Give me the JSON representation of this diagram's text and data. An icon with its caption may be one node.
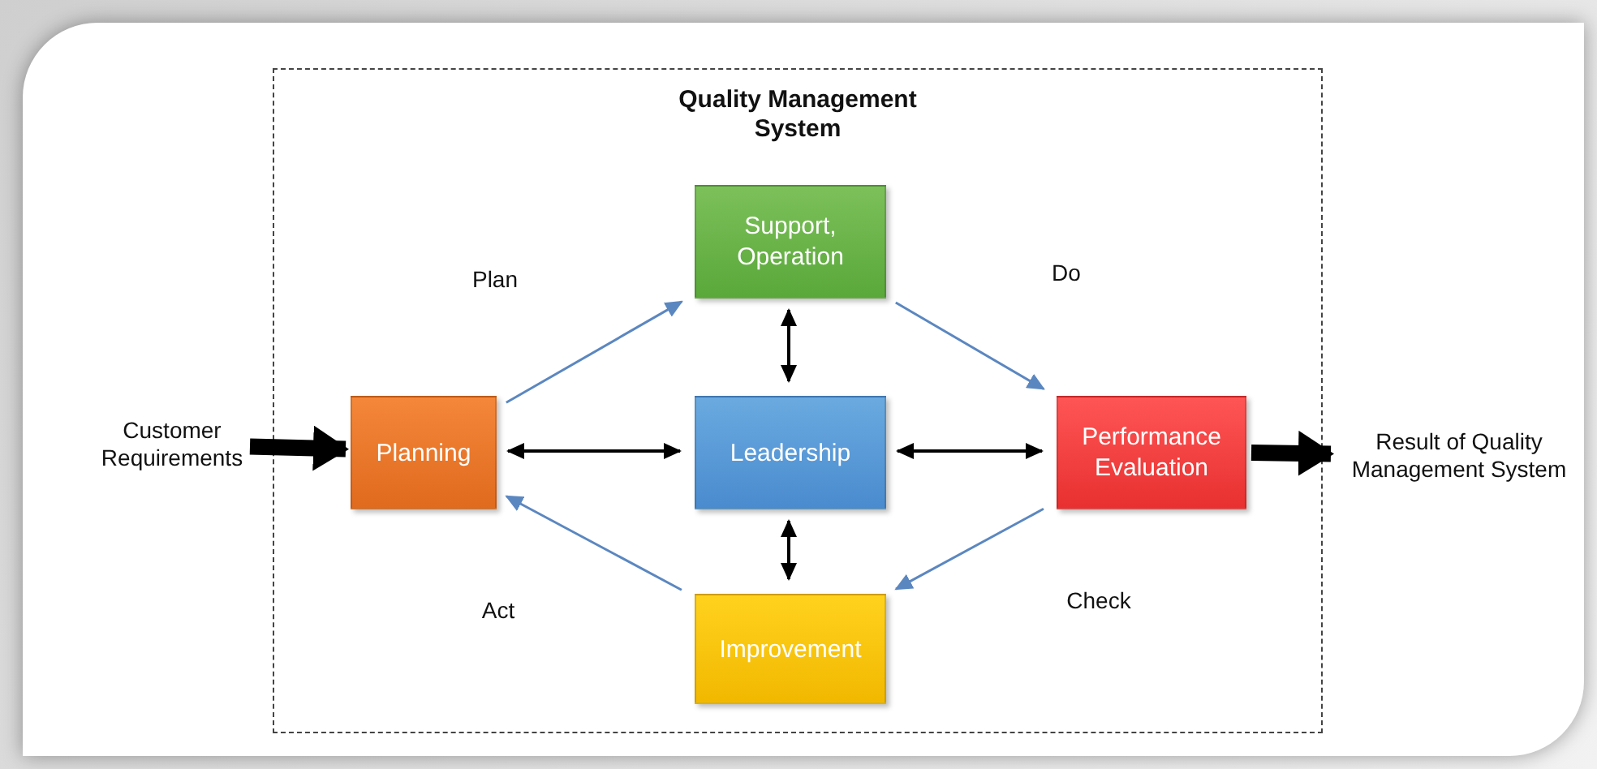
{
  "diagram": {
    "nodes": [
      {
        "text": [
          "Quality Management System"
        ]
      },
      {
        "text": [
          "Support, Operation"
        ],
        "in": 0
      },
      {
        "text": [
          "Customer Requirements"
        ]
      },
      {
        "text": [
          "Planning"
        ],
        "in": 0
      },
      {
        "text": [
          "Leadership"
        ],
        "in": 0
      },
      {
        "text": [
          "Performance Evaluation"
        ],
        "in": 0
      },
      {
        "text": [
          "Result of Quality Management System"
        ]
      },
      {
        "text": [
          "Improvement"
        ],
        "in": 0
      }
    ],
    "edges": [
      {
        "from": 2,
        "to": 3,
        "arrow": "to",
        "style": "thick"
      },
      {
        "from": 3,
        "to": 1,
        "arrow": "to",
        "label": "Plan",
        "color": "#5b87c0"
      },
      {
        "from": 1,
        "to": 5,
        "arrow": "to",
        "label": "Do",
        "color": "#5b87c0"
      },
      {
        "from": 5,
        "to": 7,
        "arrow": "to",
        "label": "Check",
        "color": "#5b87c0"
      },
      {
        "from": 7,
        "to": 3,
        "arrow": "to",
        "label": "Act",
        "color": "#5b87c0"
      },
      {
        "from": 1,
        "to": 4,
        "arrow": "both"
      },
      {
        "from": 3,
        "to": 4,
        "arrow": "both"
      },
      {
        "from": 4,
        "to": 5,
        "arrow": "both"
      },
      {
        "from": 4,
        "to": 7,
        "arrow": "both"
      },
      {
        "from": 5,
        "to": 6,
        "arrow": "to",
        "style": "thick"
      }
    ]
  }
}
